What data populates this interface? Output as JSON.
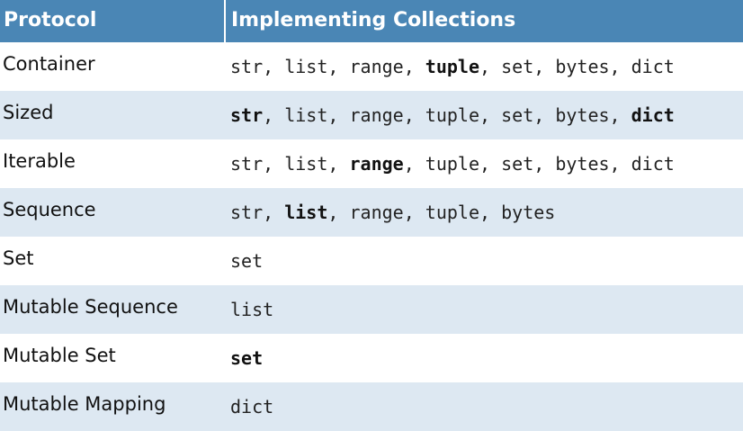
{
  "headers": {
    "protocol": "Protocol",
    "implementing": "Implementing Collections"
  },
  "rows": [
    {
      "protocol": "Container",
      "collections": [
        {
          "name": "str",
          "bold": false
        },
        {
          "name": "list",
          "bold": false
        },
        {
          "name": "range",
          "bold": false
        },
        {
          "name": "tuple",
          "bold": true
        },
        {
          "name": "set",
          "bold": false
        },
        {
          "name": "bytes",
          "bold": false
        },
        {
          "name": "dict",
          "bold": false
        }
      ]
    },
    {
      "protocol": "Sized",
      "collections": [
        {
          "name": "str",
          "bold": true
        },
        {
          "name": "list",
          "bold": false
        },
        {
          "name": "range",
          "bold": false
        },
        {
          "name": "tuple",
          "bold": false
        },
        {
          "name": "set",
          "bold": false
        },
        {
          "name": "bytes",
          "bold": false
        },
        {
          "name": "dict",
          "bold": true
        }
      ]
    },
    {
      "protocol": "Iterable",
      "collections": [
        {
          "name": "str",
          "bold": false
        },
        {
          "name": "list",
          "bold": false
        },
        {
          "name": "range",
          "bold": true
        },
        {
          "name": "tuple",
          "bold": false
        },
        {
          "name": "set",
          "bold": false
        },
        {
          "name": "bytes",
          "bold": false
        },
        {
          "name": "dict",
          "bold": false
        }
      ]
    },
    {
      "protocol": "Sequence",
      "collections": [
        {
          "name": "str",
          "bold": false
        },
        {
          "name": "list",
          "bold": true
        },
        {
          "name": "range",
          "bold": false
        },
        {
          "name": "tuple",
          "bold": false
        },
        {
          "name": "bytes",
          "bold": false
        }
      ]
    },
    {
      "protocol": "Set",
      "collections": [
        {
          "name": "set",
          "bold": false
        }
      ]
    },
    {
      "protocol": "Mutable Sequence",
      "collections": [
        {
          "name": "list",
          "bold": false
        }
      ]
    },
    {
      "protocol": "Mutable Set",
      "collections": [
        {
          "name": "set",
          "bold": true
        }
      ]
    },
    {
      "protocol": "Mutable Mapping",
      "collections": [
        {
          "name": "dict",
          "bold": false
        }
      ]
    }
  ],
  "colors": {
    "header_bg": "#4a86b5",
    "stripe_bg": "#dde8f2"
  }
}
